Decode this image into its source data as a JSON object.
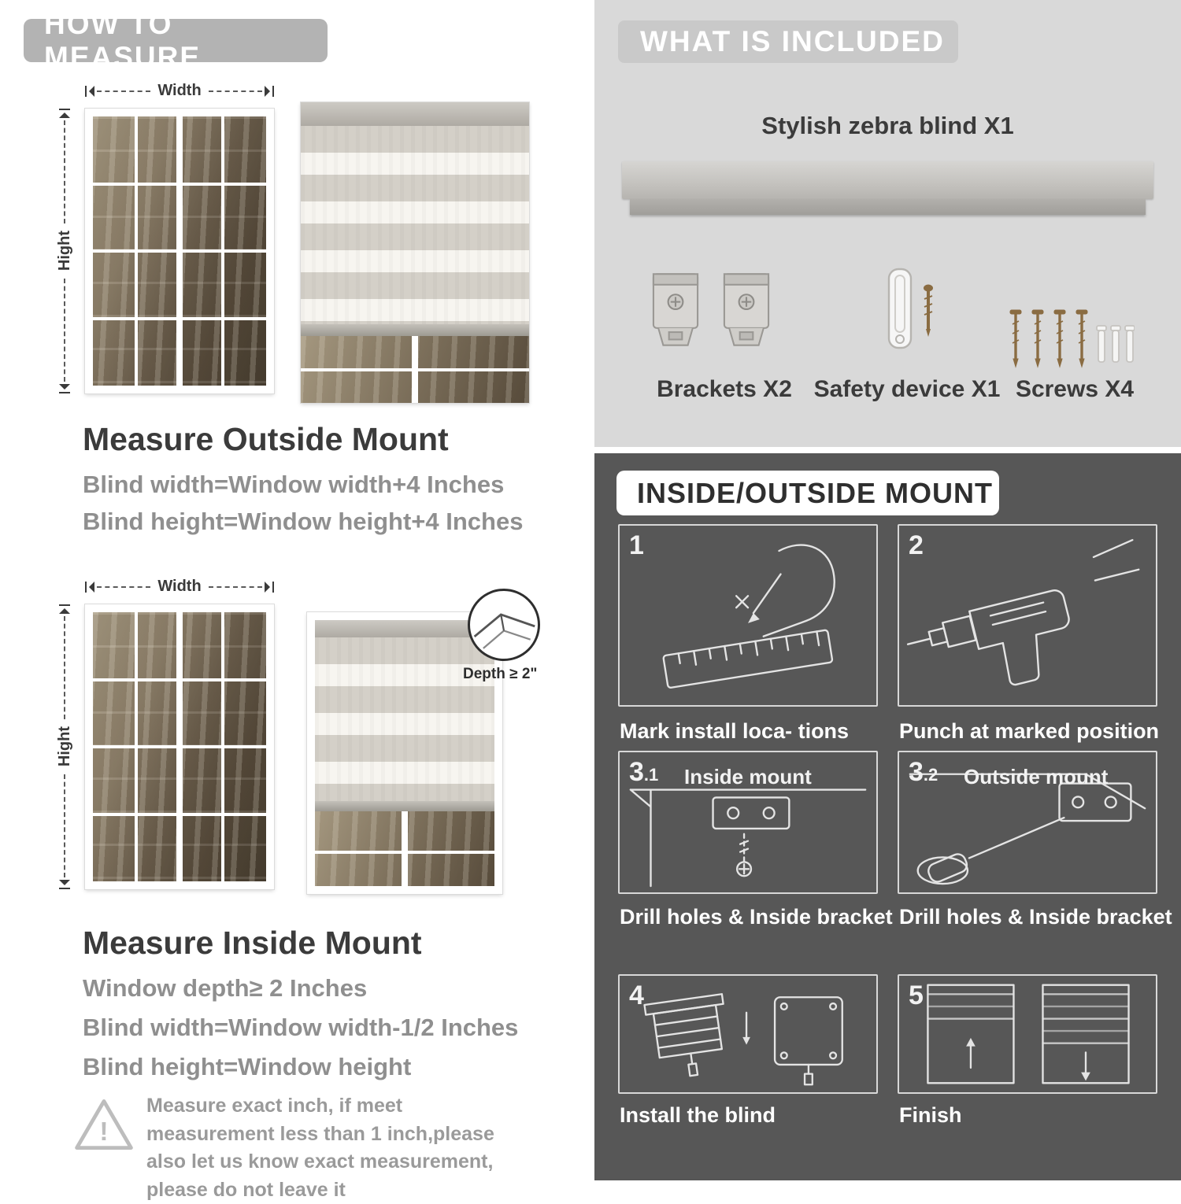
{
  "left": {
    "header": "HOW TO MEASURE",
    "outside": {
      "width_label": "Width",
      "height_label": "Hight",
      "title": "Measure Outside Mount",
      "line1": "Blind width=Window width+4 Inches",
      "line2": "Blind height=Window height+4 Inches"
    },
    "inside": {
      "width_label": "Width",
      "height_label": "Hight",
      "depth_label": "Depth ≥ 2\"",
      "title": "Measure Inside Mount",
      "line1": "Window depth≥ 2 Inches",
      "line2": "Blind width=Window width-1/2 Inches",
      "line3": "Blind height=Window height"
    },
    "note": {
      "icon_mark": "!",
      "text": "Measure exact inch, if meet measurement less than 1 inch,please also let us know exact measurement, please do not leave it"
    }
  },
  "included": {
    "header": "WHAT IS INCLUDED",
    "blind_label": "Stylish zebra blind X1",
    "items": [
      {
        "label": "Brackets X2"
      },
      {
        "label": "Safety device X1"
      },
      {
        "label": "Screws X4"
      }
    ]
  },
  "mount": {
    "header": "INSIDE/OUTSIDE MOUNT",
    "steps": [
      {
        "num": "1",
        "sub": "",
        "inner_label": "",
        "caption": "Mark install loca- tions"
      },
      {
        "num": "2",
        "sub": "",
        "inner_label": "",
        "caption": "Punch at  marked position"
      },
      {
        "num": "3",
        "sub": ".1",
        "inner_label": "Inside mount",
        "caption": "Drill holes &  Inside bracket"
      },
      {
        "num": "3",
        "sub": ".2",
        "inner_label": "Outside mount",
        "caption": "Drill holes &  Inside bracket"
      },
      {
        "num": "4",
        "sub": "",
        "inner_label": "",
        "caption": "Install the blind"
      },
      {
        "num": "5",
        "sub": "",
        "inner_label": "",
        "caption": "Finish"
      }
    ]
  },
  "colors": {
    "pill_gray": "#b3b3b3",
    "light_panel": "#d9d9d9",
    "dark_panel": "#575757",
    "heading": "#3b3b3b",
    "muted_text": "#8f8f8f"
  }
}
